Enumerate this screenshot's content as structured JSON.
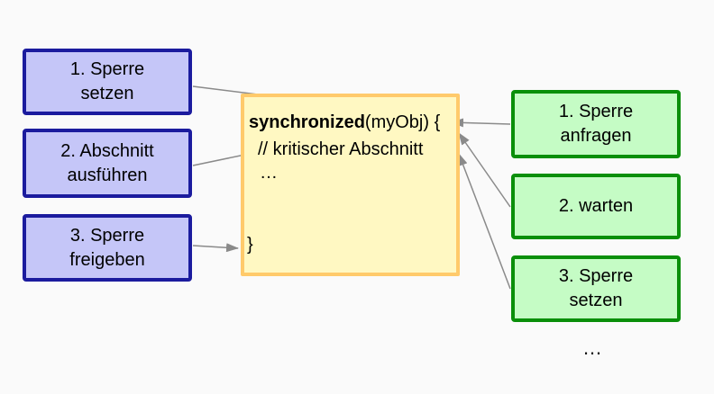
{
  "colors": {
    "canvas_bg": "#fafafa",
    "blue_fill": "#c5c6f8",
    "blue_border": "#1b1b9e",
    "green_fill": "#c5fcc5",
    "green_border": "#0a8f0a",
    "yellow_fill": "#fff8c2",
    "yellow_border": "#ffca6b",
    "arrow": "#8a8a8a",
    "text": "#000000"
  },
  "steps_left": [
    {
      "line1": "1. Sperre",
      "line2": "setzen"
    },
    {
      "line1": "2. Abschnitt",
      "line2": "ausführen"
    },
    {
      "line1": "3. Sperre",
      "line2": "freigeben"
    }
  ],
  "steps_right": [
    {
      "line1": "1. Sperre",
      "line2": "anfragen"
    },
    {
      "line1": "2. warten",
      "line2": ""
    },
    {
      "line1": "3. Sperre",
      "line2": "setzen"
    }
  ],
  "code": {
    "keyword": "synchronized",
    "signature_rest": "(myObj) {",
    "comment": "// kritischer Abschnitt",
    "ellipsis": "…",
    "closing_brace": "}"
  },
  "bottom_ellipsis": "…"
}
